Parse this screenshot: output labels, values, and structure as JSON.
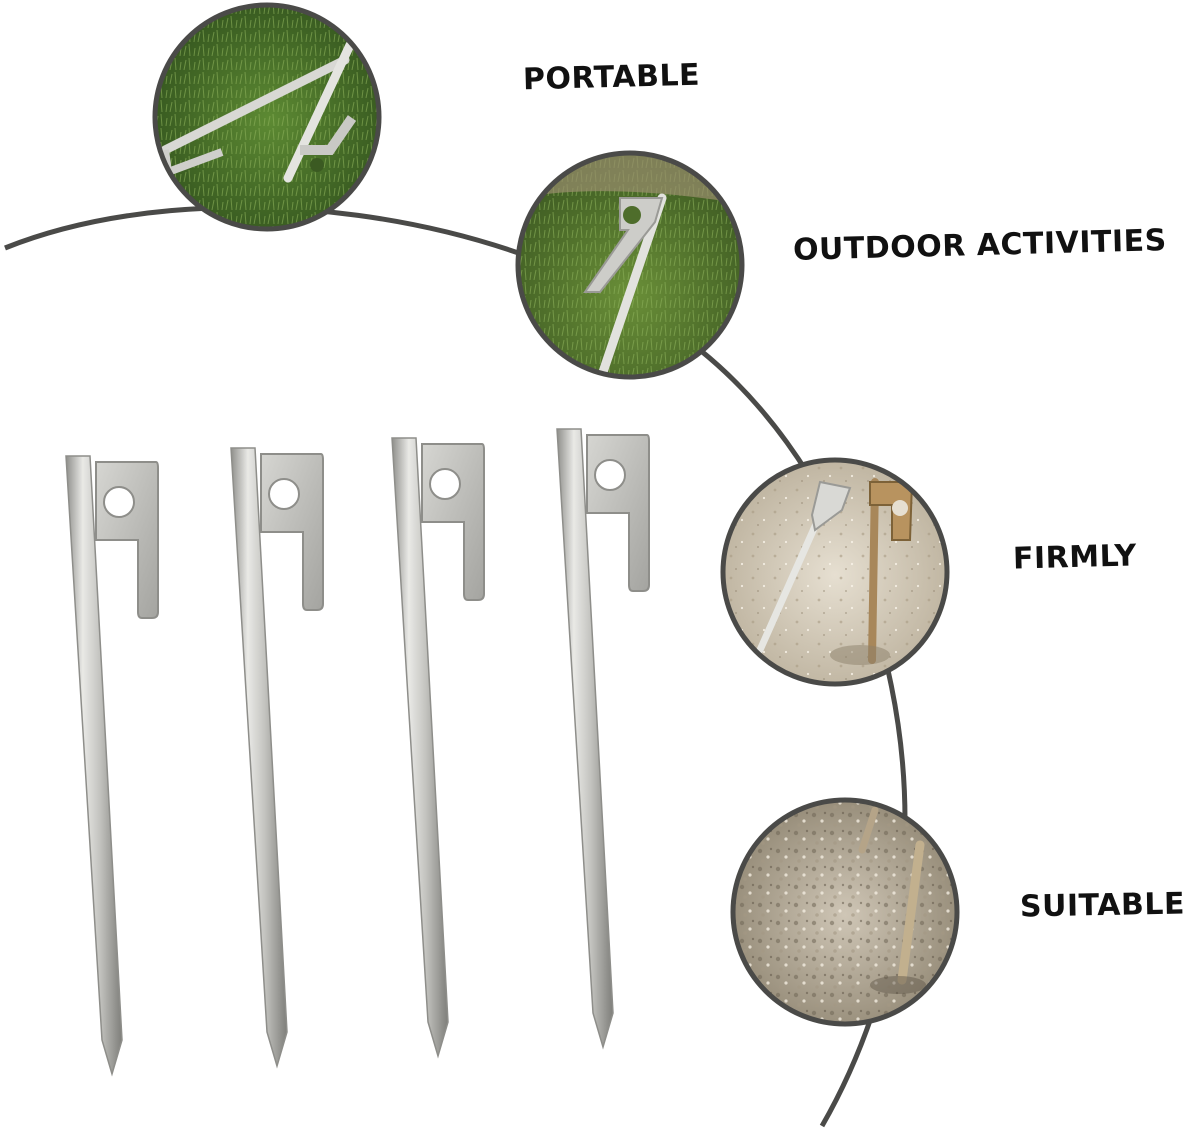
{
  "features": [
    {
      "id": "portable",
      "label": "PORTABLE",
      "photo": "stakes-on-grass"
    },
    {
      "id": "outdoor",
      "label": "OUTDOOR ACTIVITIES",
      "photo": "stake-in-grass"
    },
    {
      "id": "firmly",
      "label": "FIRMLY",
      "photo": "stakes-in-dry-soil"
    },
    {
      "id": "suitable",
      "label": "SUITABLE",
      "photo": "stake-in-gravel"
    }
  ],
  "product": {
    "name": "tent-stake",
    "count": 4,
    "material": "stainless steel"
  },
  "colors": {
    "arc": "#4a4a48",
    "steel": "#c9c9c5",
    "grass": "#4c7a2a",
    "soil": "#d8d0c0",
    "label": "#111111"
  }
}
